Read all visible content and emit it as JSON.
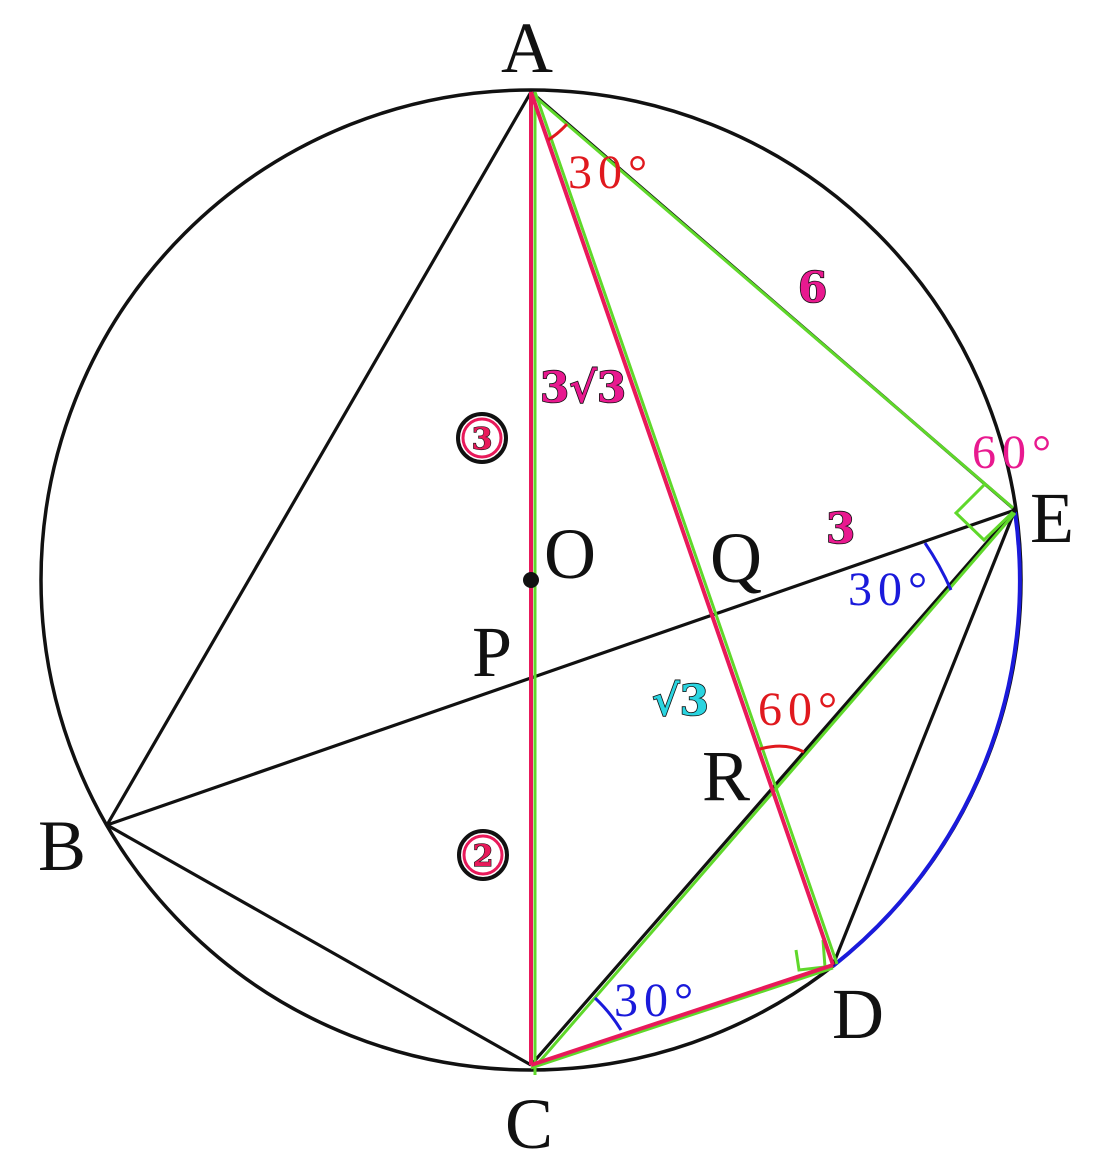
{
  "diagram": {
    "type": "geometry-circle-inscribed",
    "circle": {
      "center_label": "O",
      "stroke": "#111111"
    },
    "points": {
      "A": "A",
      "B": "B",
      "C": "C",
      "D": "D",
      "E": "E",
      "O": "O",
      "P": "P",
      "Q": "Q",
      "R": "R"
    },
    "angles": {
      "angle_A": {
        "text": "30°",
        "color": "#e0191e"
      },
      "angle_E_top": {
        "text": "60°",
        "color": "#e8198f"
      },
      "angle_E": {
        "text": "30°",
        "color": "#1a1adb"
      },
      "angle_R": {
        "text": "60°",
        "color": "#e0191e"
      },
      "angle_C": {
        "text": "30°",
        "color": "#1a1adb"
      }
    },
    "lengths": {
      "AE": {
        "text": "6",
        "color": "#e8198f"
      },
      "AQ": {
        "text": "3√3",
        "color": "#e8198f"
      },
      "QE": {
        "text": "3",
        "color": "#e8198f"
      },
      "QR": {
        "text": "√3",
        "color": "#2ad4e0"
      }
    },
    "ratios": {
      "AP": {
        "text": "3",
        "color": "#e8195a"
      },
      "PC": {
        "text": "2",
        "color": "#e8195a"
      }
    },
    "colors": {
      "black_lines": "#111111",
      "red_lines": "#e8195a",
      "green_lines": "#5fd82a",
      "blue_arc": "#1a1adb"
    }
  }
}
